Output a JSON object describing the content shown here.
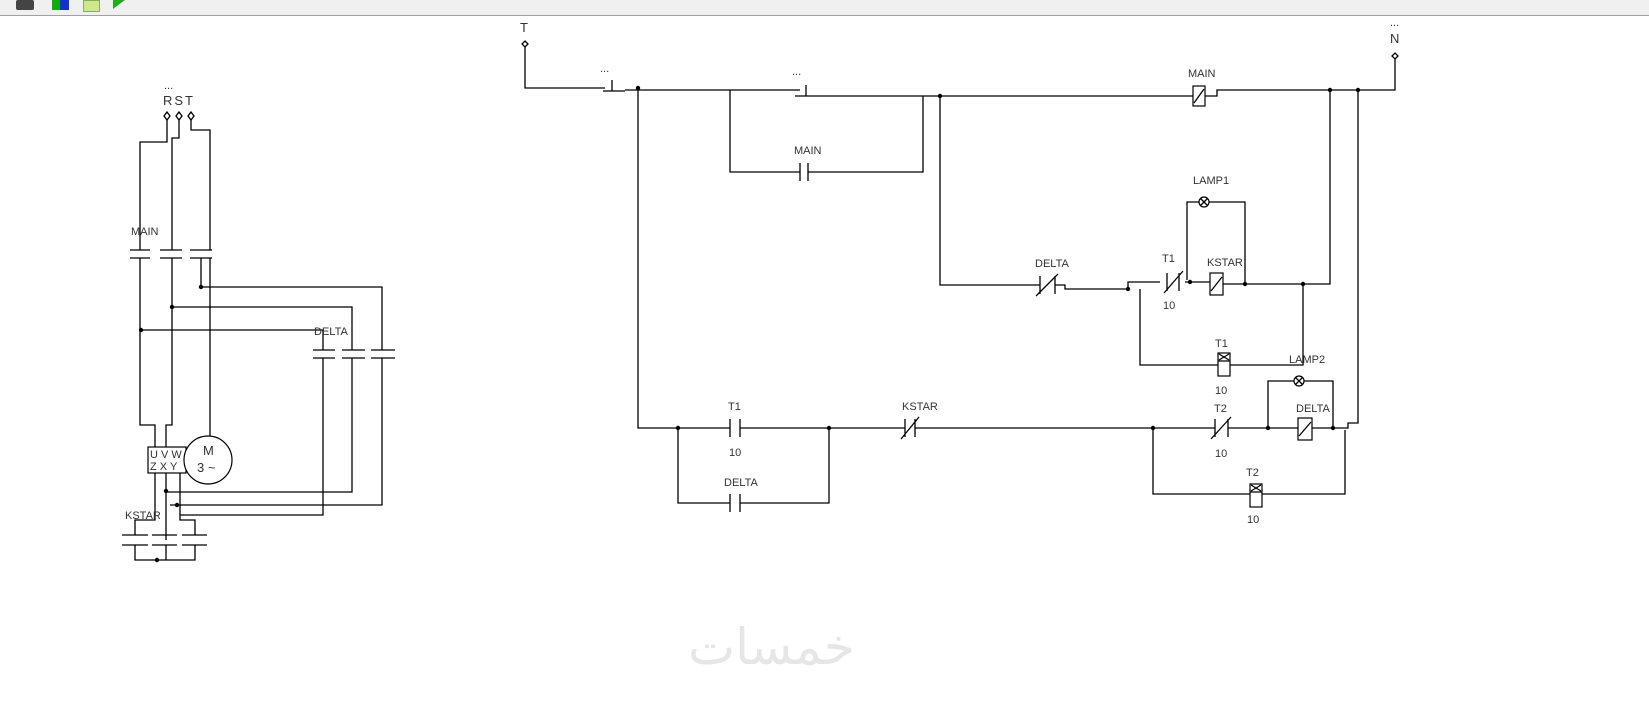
{
  "toolbar": {
    "icons": [
      "printer-icon",
      "palette-icon",
      "notepad-icon",
      "play-icon"
    ]
  },
  "power": {
    "supply_dots": "...",
    "supply_label": "RST",
    "main_label": "MAIN",
    "delta_label": "DELTA",
    "kstar_label": "KSTAR",
    "motor": {
      "top_terms": "U V W",
      "bottom_terms": "Z X Y",
      "symbol": "M",
      "phases": "3 ~"
    }
  },
  "control": {
    "t_label": "T",
    "n_label": "N",
    "n_dots": "...",
    "stop_dots": "...",
    "start_dots": "...",
    "main_coil": "MAIN",
    "main_seal": "MAIN",
    "lamp1": "LAMP1",
    "delta_nc": "DELTA",
    "t1_nc": "T1",
    "t1_nc_time": "10",
    "kstar_coil": "KSTAR",
    "t1_coil": "T1",
    "t1_coil_time": "10",
    "lamp2": "LAMP2",
    "t1_no": "T1",
    "t1_no_time": "10",
    "kstar_nc": "KSTAR",
    "t2_nc": "T2",
    "t2_nc_time": "10",
    "delta_coil": "DELTA",
    "delta_seal": "DELTA",
    "t2_coil": "T2",
    "t2_coil_time": "10"
  },
  "watermark": "خمسات"
}
